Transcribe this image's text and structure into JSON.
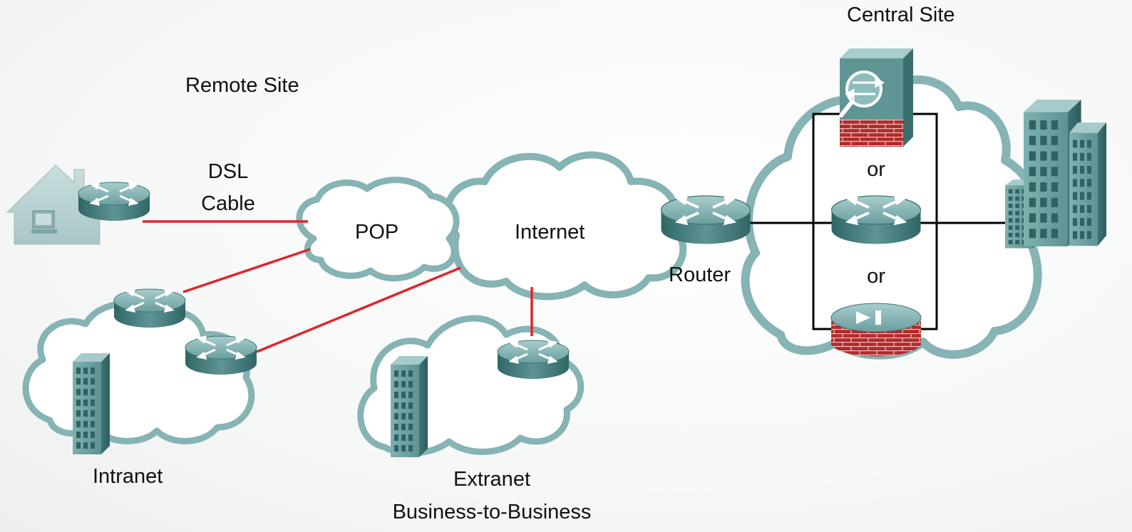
{
  "labels": {
    "remote_site": "Remote Site",
    "central_site": "Central Site",
    "dsl": "DSL",
    "cable": "Cable",
    "pop": "POP",
    "internet": "Internet",
    "router": "Router",
    "or_1": "or",
    "or_2": "or",
    "intranet": "Intranet",
    "extranet": "Extranet",
    "b2b": "Business-to-Business"
  },
  "colors": {
    "link": "#e0252b",
    "cloud_stroke": "#86b3b3",
    "device_teal": "#4f8585",
    "firewall_brick": "#b32d2d",
    "trunk": "#000000"
  },
  "icons": [
    "house-icon",
    "router-icon",
    "cloud-icon",
    "building-icon",
    "vpn-concentrator-icon",
    "pix-firewall-icon"
  ]
}
